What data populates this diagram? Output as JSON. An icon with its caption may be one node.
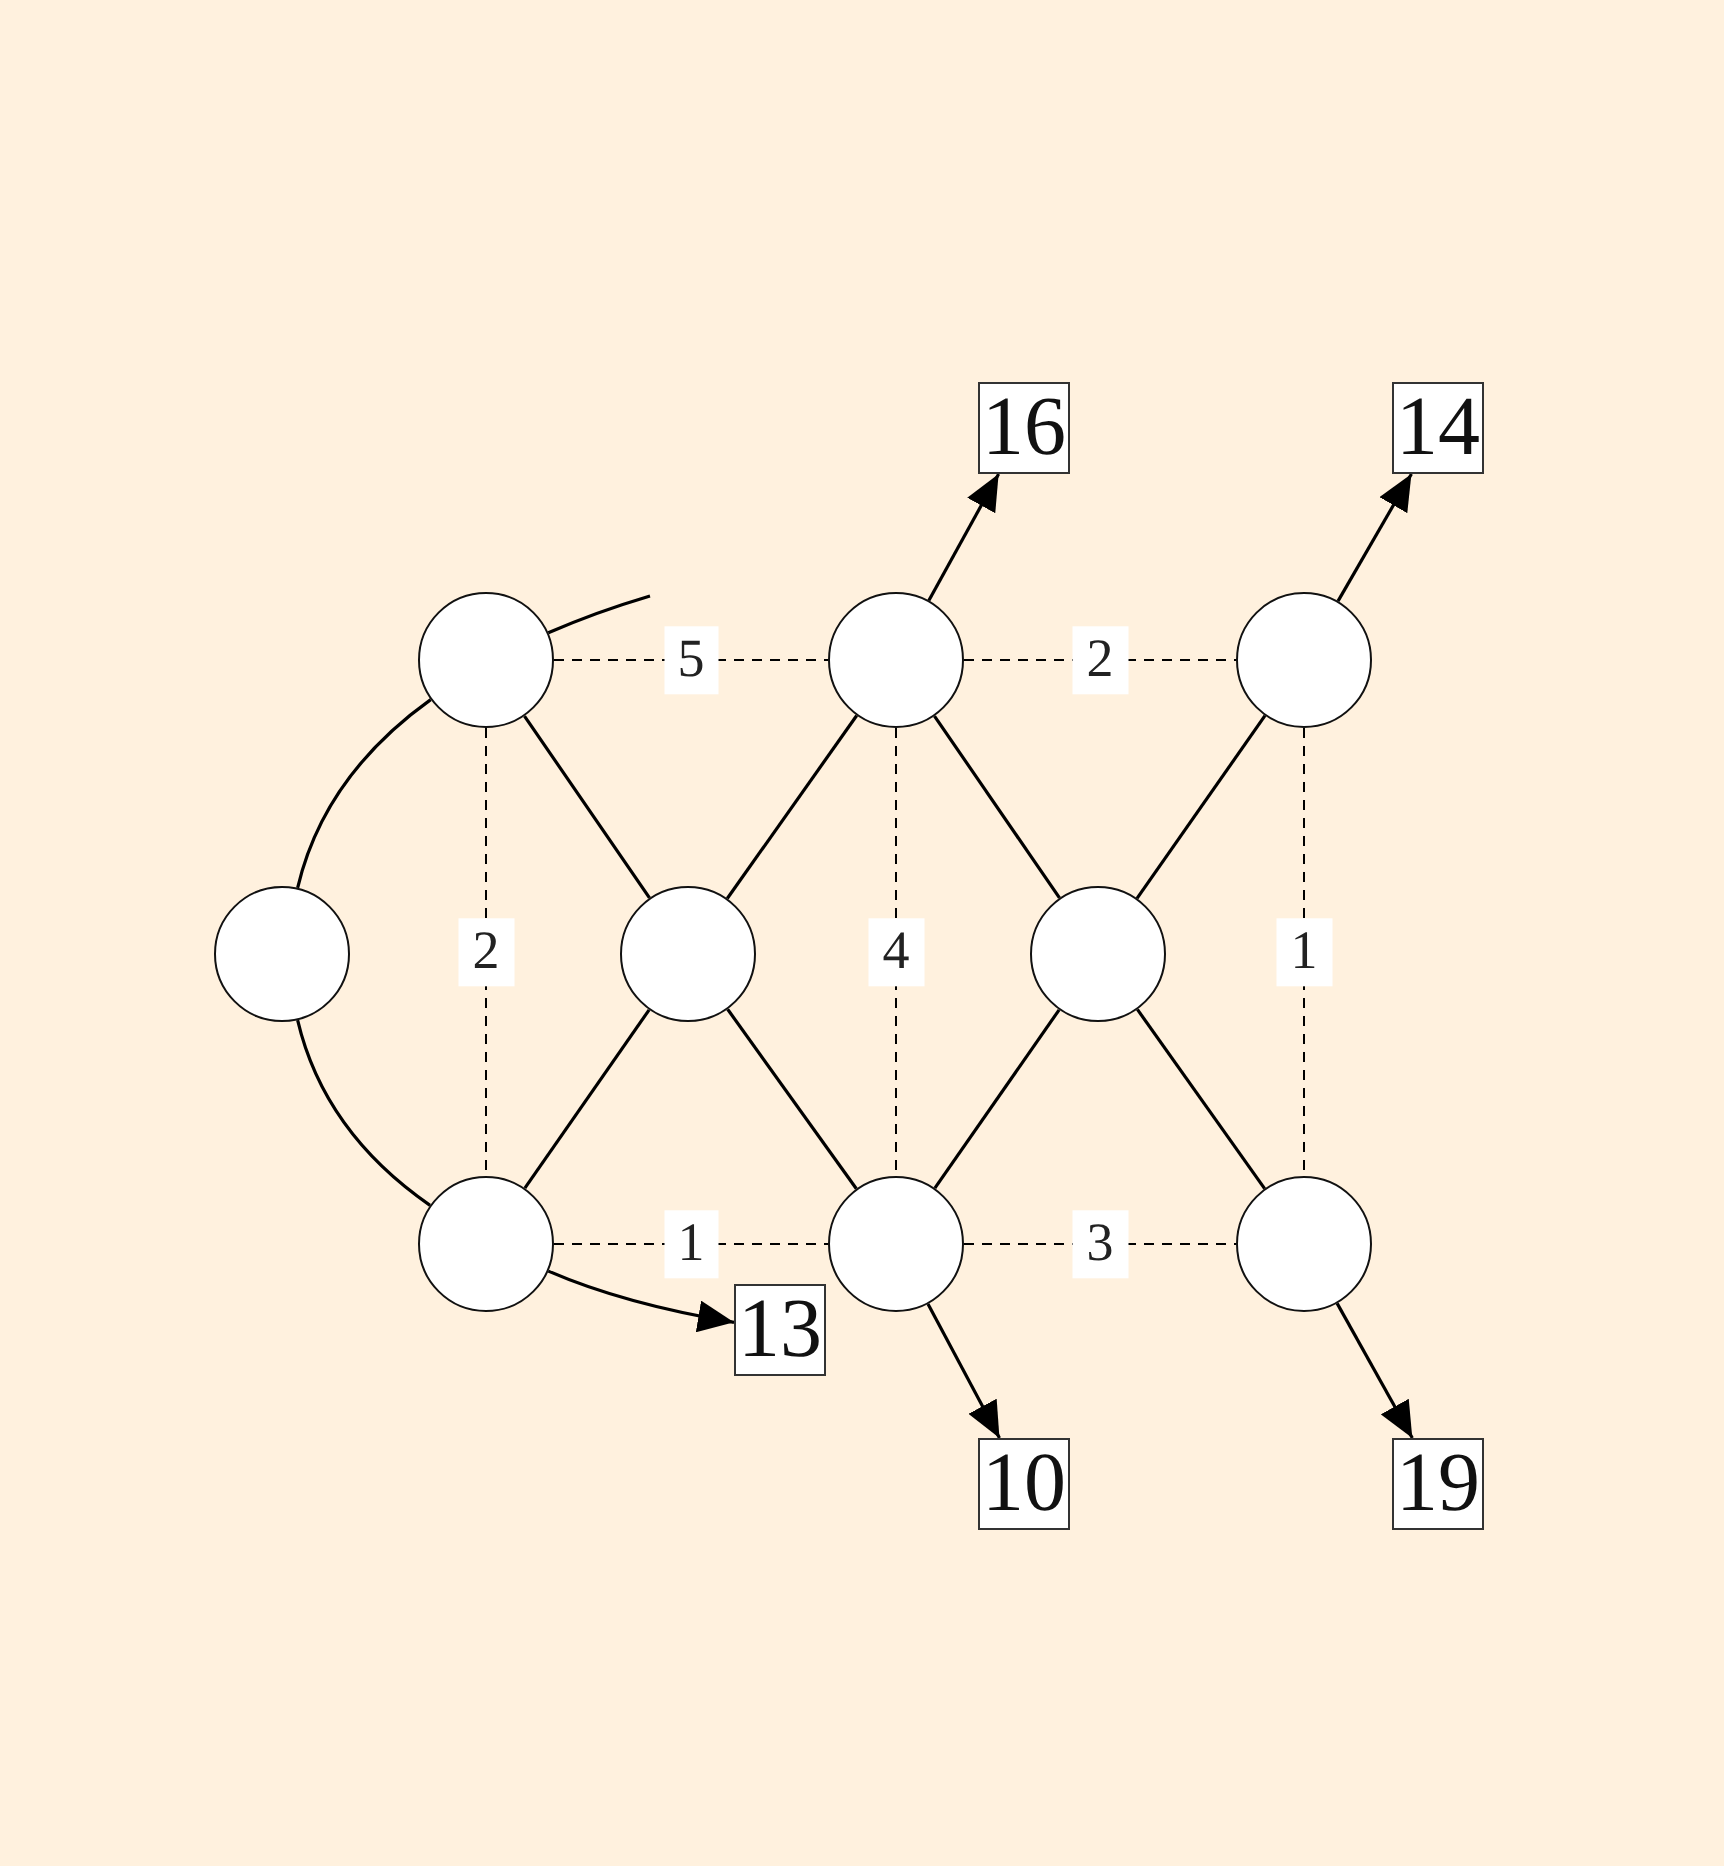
{
  "diagram": {
    "nodes": [
      {
        "text": [
          "16"
        ]
      },
      {
        "text": [
          "14"
        ]
      },
      {
        "text": [],
        "shape": "circle"
      },
      {
        "text": [],
        "shape": "circle"
      },
      {
        "text": [],
        "shape": "circle"
      },
      {
        "text": [],
        "shape": "circle"
      },
      {
        "text": [],
        "shape": "circle"
      },
      {
        "text": [],
        "shape": "circle"
      },
      {
        "text": [],
        "shape": "circle"
      },
      {
        "text": [],
        "shape": "circle"
      },
      {
        "text": [],
        "shape": "circle"
      },
      {
        "text": [
          "13"
        ]
      },
      {
        "text": [
          "10"
        ]
      },
      {
        "text": [
          "19"
        ]
      }
    ],
    "edges": [
      {
        "from": 2,
        "to": 3,
        "arrow": "none",
        "label": "5",
        "style": "dashed"
      },
      {
        "from": 3,
        "to": 4,
        "arrow": "none",
        "label": "2",
        "style": "dashed"
      },
      {
        "from": 2,
        "to": 8,
        "arrow": "none",
        "label": "2",
        "style": "dashed"
      },
      {
        "from": 3,
        "to": 9,
        "arrow": "none",
        "label": "4",
        "style": "dashed"
      },
      {
        "from": 4,
        "to": 10,
        "arrow": "none",
        "label": "1",
        "style": "dashed"
      },
      {
        "from": 8,
        "to": 9,
        "arrow": "none",
        "label": "1",
        "style": "dashed"
      },
      {
        "from": 9,
        "to": 10,
        "arrow": "none",
        "label": "3",
        "style": "dashed"
      },
      {
        "from": 2,
        "to": 6,
        "arrow": "none"
      },
      {
        "from": 3,
        "to": 6,
        "arrow": "none"
      },
      {
        "from": 3,
        "to": 7,
        "arrow": "none"
      },
      {
        "from": 4,
        "to": 7,
        "arrow": "none"
      },
      {
        "from": 8,
        "to": 6,
        "arrow": "none"
      },
      {
        "from": 9,
        "to": 6,
        "arrow": "none"
      },
      {
        "from": 9,
        "to": 7,
        "arrow": "none"
      },
      {
        "from": 10,
        "to": 7,
        "arrow": "none"
      },
      {
        "from": 5,
        "to": 2,
        "arrow": "none"
      },
      {
        "from": 5,
        "to": 8,
        "arrow": "none"
      },
      {
        "from": 2,
        "to": null,
        "arrow": "none"
      },
      {
        "from": 8,
        "to": 11,
        "arrow": "to"
      },
      {
        "from": 3,
        "to": 0,
        "arrow": "to"
      },
      {
        "from": 4,
        "to": 1,
        "arrow": "to"
      },
      {
        "from": 9,
        "to": 12,
        "arrow": "to"
      },
      {
        "from": 10,
        "to": 13,
        "arrow": "to"
      }
    ]
  }
}
